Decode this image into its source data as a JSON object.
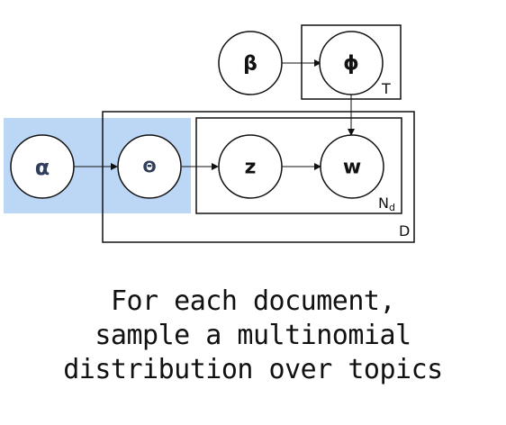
{
  "diagram": {
    "nodes": {
      "alpha": "α",
      "theta": "Θ",
      "beta": "β",
      "phi": "ϕ",
      "z": "z",
      "w": "w"
    },
    "plates": {
      "topics": "T",
      "words": "N",
      "words_sub": "d",
      "documents": "D"
    },
    "colors": {
      "highlight": "#bcd6f6",
      "stroke": "#111111",
      "symbol": "#2f3e5a"
    }
  },
  "caption": {
    "lines": [
      "For each document,",
      "sample a multinomial",
      "distribution over topics"
    ]
  }
}
